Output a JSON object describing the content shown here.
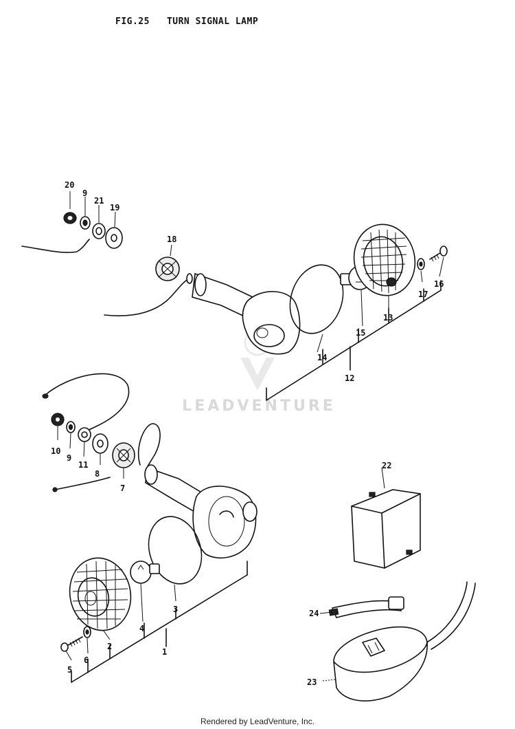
{
  "figure": {
    "title": "FIG.25   TURN SIGNAL LAMP",
    "watermark": "LEADVENTURE",
    "footer": "Rendered by LeadVenture, Inc."
  },
  "callouts": {
    "c1": "1",
    "c2": "2",
    "c3": "3",
    "c4": "4",
    "c5": "5",
    "c6": "6",
    "c7": "7",
    "c8": "8",
    "c9a": "9",
    "c9b": "9",
    "c10": "10",
    "c11": "11",
    "c12": "12",
    "c13": "13",
    "c14": "14",
    "c15": "15",
    "c16": "16",
    "c17": "17",
    "c18": "18",
    "c19": "19",
    "c20": "20",
    "c21": "21",
    "c22": "22",
    "c23": "23",
    "c24": "24"
  }
}
